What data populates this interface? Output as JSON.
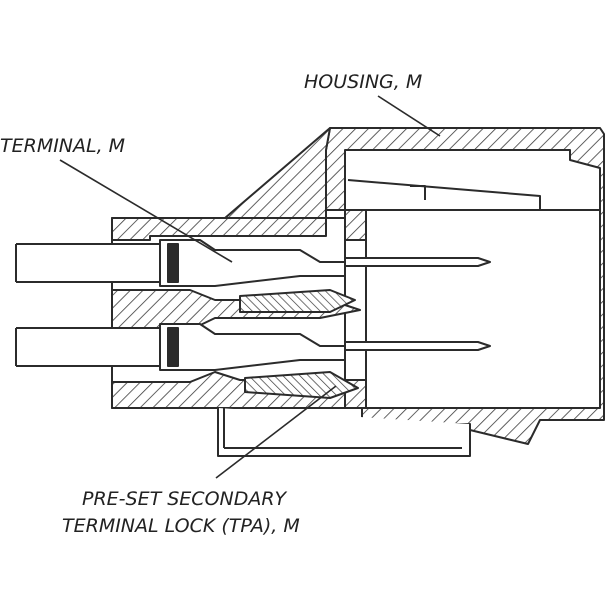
{
  "labels": {
    "housing": "HOUSING, M",
    "terminal": "TERMINAL, M",
    "tpa_line1": "PRE-SET SECONDARY",
    "tpa_line2": "TERMINAL LOCK (TPA), M"
  },
  "colors": {
    "line": "#2b2b2b",
    "background": "#ffffff",
    "hatch": "#3a3a3a"
  }
}
